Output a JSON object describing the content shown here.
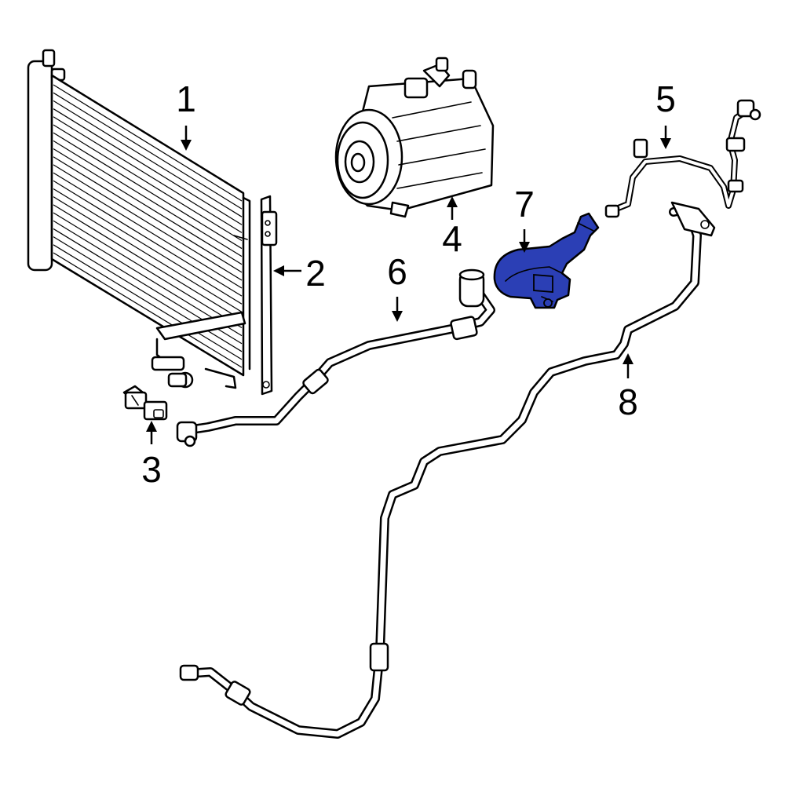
{
  "highlight_color": "#2b3fb5",
  "callouts": [
    {
      "id": "1",
      "label": "1"
    },
    {
      "id": "2",
      "label": "2"
    },
    {
      "id": "3",
      "label": "3"
    },
    {
      "id": "4",
      "label": "4"
    },
    {
      "id": "5",
      "label": "5"
    },
    {
      "id": "6",
      "label": "6"
    },
    {
      "id": "7",
      "label": "7"
    },
    {
      "id": "8",
      "label": "8"
    }
  ],
  "highlighted_part": "7"
}
